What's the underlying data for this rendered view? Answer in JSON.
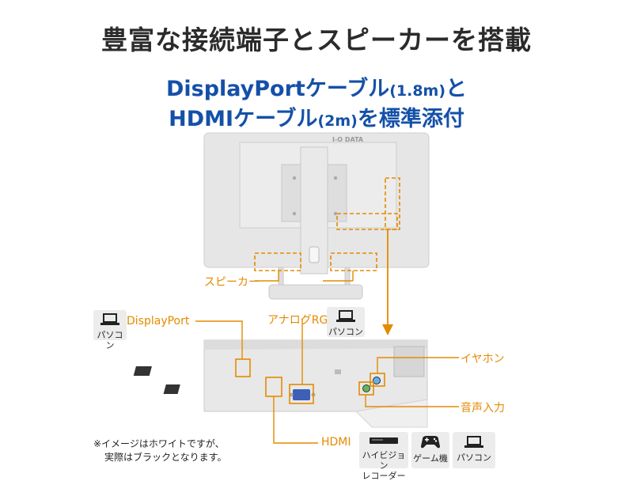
{
  "heading": {
    "title": "豊富な接続端子とスピーカーを搭載",
    "subtitle_line1_a": "DisplayPortケーブル",
    "subtitle_line1_b": "(1.8m)",
    "subtitle_line1_c": "と",
    "subtitle_line2_a": "HDMIケーブル",
    "subtitle_line2_b": "(2m)",
    "subtitle_line2_c": "を標準添付"
  },
  "monitor": {
    "brand": "I-O DATA"
  },
  "labels": {
    "speaker": "スピーカー",
    "displayport": "DisplayPort",
    "analog_rgb": "アナログRGB",
    "hdmi": "HDMI",
    "earphone": "イヤホン",
    "audio_in": "音声入力"
  },
  "devices": {
    "pc_left": "パソコン",
    "pc_analog": "パソコン",
    "recorder": "ハイビジョン\nレコーダー",
    "recorder_line1": "ハイビジョン",
    "recorder_line2": "レコーダー",
    "game": "ゲーム機",
    "pc_right": "パソコン"
  },
  "note": {
    "line1": "※イメージはホワイトですが、",
    "line2": "実際はブラックとなります。"
  },
  "colors": {
    "accent_orange": "#e58a00",
    "heading_blue": "#1450a8",
    "monitor_body": "#e6e6e6"
  }
}
